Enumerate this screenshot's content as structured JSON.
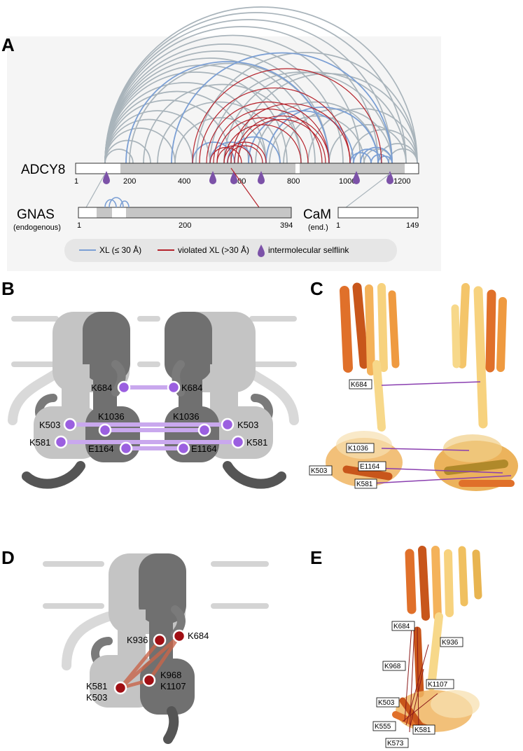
{
  "panels": {
    "a": "A",
    "b": "B",
    "c": "C",
    "d": "D",
    "e": "E"
  },
  "panel_a": {
    "proteins": {
      "adcy8": {
        "name": "ADCY8",
        "ticks": [
          "1",
          "200",
          "400",
          "600",
          "800",
          "1000",
          "1200"
        ]
      },
      "gnas": {
        "name": "GNAS",
        "sub": "(endogenous)",
        "start": "1",
        "ticks": [
          "200"
        ],
        "end": "394"
      },
      "cam": {
        "name": "CaM",
        "sub": "(end.)",
        "start": "1",
        "end": "149"
      }
    },
    "legend": {
      "xl": "XL (≤ 30 Å)",
      "violated": "violated XL (>30 Å)",
      "selflink": "intermolecular selflink"
    },
    "colors": {
      "xl": "#7b9fd4",
      "violated": "#b5222b",
      "selflink": "#7c52a8",
      "other": "#a9b4bb",
      "domain": "#c6c6c6"
    }
  },
  "panel_b": {
    "labels": [
      "K684",
      "K684",
      "K503",
      "K1036",
      "K1036",
      "K503",
      "K581",
      "E1164",
      "E1164",
      "K581"
    ]
  },
  "panel_c": {
    "labels": [
      "K684",
      "K1036",
      "E1164",
      "K503",
      "K581"
    ]
  },
  "panel_d": {
    "labels": [
      "K936",
      "K684",
      "K968",
      "K1107",
      "K581",
      "K503"
    ]
  },
  "panel_e": {
    "labels": [
      "K684",
      "K936",
      "K968",
      "K1107",
      "K503",
      "K555",
      "K581",
      "K573"
    ]
  }
}
